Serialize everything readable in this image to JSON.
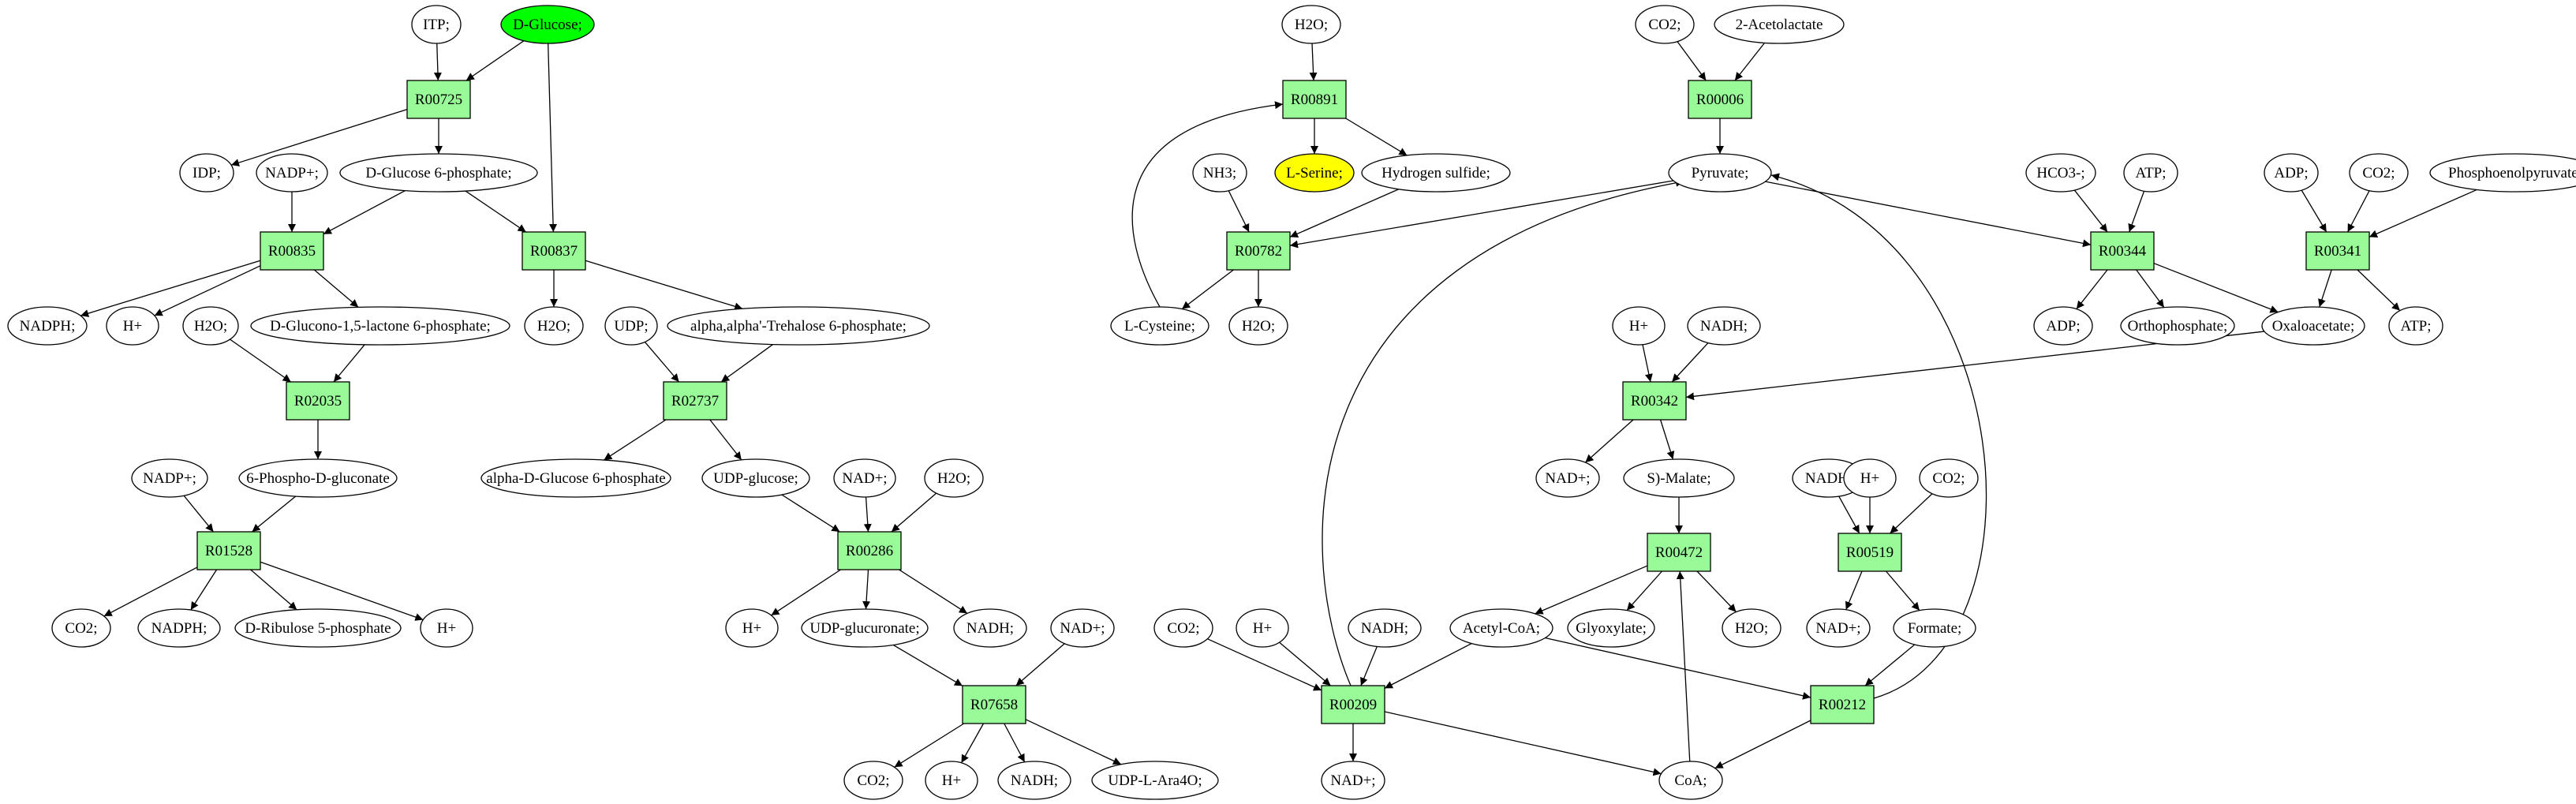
{
  "colors": {
    "reaction": "#98fb98",
    "reaction_alt": "#add8e6",
    "start": "#00ff00",
    "target": "#ffff00",
    "compound": "#ffffff"
  },
  "nodes": [
    {
      "id": "itp",
      "label": "ITP;"
    },
    {
      "id": "dglucose",
      "label": "D-Glucose;"
    },
    {
      "id": "r00725",
      "label": "R00725"
    },
    {
      "id": "idp",
      "label": "IDP;"
    },
    {
      "id": "nadp1",
      "label": "NADP+;"
    },
    {
      "id": "g6p",
      "label": "D-Glucose 6-phosphate;"
    },
    {
      "id": "r00835",
      "label": "R00835"
    },
    {
      "id": "r00837",
      "label": "R00837"
    },
    {
      "id": "nadph1",
      "label": "NADPH;"
    },
    {
      "id": "hplus1",
      "label": "H+"
    },
    {
      "id": "h2o1",
      "label": "H2O;"
    },
    {
      "id": "glucono",
      "label": "D-Glucono-1,5-lactone 6-phosphate;"
    },
    {
      "id": "h2o2",
      "label": "H2O;"
    },
    {
      "id": "udp",
      "label": "UDP;"
    },
    {
      "id": "trehalose",
      "label": "alpha,alpha'-Trehalose 6-phosphate;"
    },
    {
      "id": "r02035",
      "label": "R02035"
    },
    {
      "id": "r02737",
      "label": "R02737"
    },
    {
      "id": "nadp2",
      "label": "NADP+;"
    },
    {
      "id": "pgluconate",
      "label": "6-Phospho-D-gluconate"
    },
    {
      "id": "adg6p",
      "label": "alpha-D-Glucose 6-phosphate"
    },
    {
      "id": "udpglucose",
      "label": "UDP-glucose;"
    },
    {
      "id": "nad1",
      "label": "NAD+;"
    },
    {
      "id": "h2o3",
      "label": "H2O;"
    },
    {
      "id": "r01528",
      "label": "R01528"
    },
    {
      "id": "r00286",
      "label": "R00286"
    },
    {
      "id": "co2a",
      "label": "CO2;"
    },
    {
      "id": "nadph2",
      "label": "NADPH;"
    },
    {
      "id": "ribulose",
      "label": "D-Ribulose 5-phosphate"
    },
    {
      "id": "hplus2",
      "label": "H+"
    },
    {
      "id": "hplus3",
      "label": "H+"
    },
    {
      "id": "udpglucuronate",
      "label": "UDP-glucuronate;"
    },
    {
      "id": "nadh1",
      "label": "NADH;"
    },
    {
      "id": "nad2",
      "label": "NAD+;"
    },
    {
      "id": "r07658",
      "label": "R07658"
    },
    {
      "id": "co2b",
      "label": "CO2;"
    },
    {
      "id": "hplus4",
      "label": "H+"
    },
    {
      "id": "nadh2",
      "label": "NADH;"
    },
    {
      "id": "udpara",
      "label": "UDP-L-Ara4O;"
    },
    {
      "id": "h2o4",
      "label": "H2O;"
    },
    {
      "id": "r00891",
      "label": "R00891"
    },
    {
      "id": "nh3",
      "label": "NH3;"
    },
    {
      "id": "lserine",
      "label": "L-Serine;"
    },
    {
      "id": "h2s",
      "label": "Hydrogen sulfide;"
    },
    {
      "id": "r00782",
      "label": "R00782"
    },
    {
      "id": "lcysteine",
      "label": "L-Cysteine;"
    },
    {
      "id": "h2o5",
      "label": "H2O;"
    },
    {
      "id": "co2c",
      "label": "CO2;"
    },
    {
      "id": "acetolactate",
      "label": "2-Acetolactate"
    },
    {
      "id": "r00006",
      "label": "R00006"
    },
    {
      "id": "pyruvate",
      "label": "Pyruvate;"
    },
    {
      "id": "hco3",
      "label": "HCO3-;"
    },
    {
      "id": "atp1",
      "label": "ATP;"
    },
    {
      "id": "r00344",
      "label": "R00344"
    },
    {
      "id": "adp1",
      "label": "ADP;"
    },
    {
      "id": "ortho",
      "label": "Orthophosphate;"
    },
    {
      "id": "adp2",
      "label": "ADP;"
    },
    {
      "id": "co2d",
      "label": "CO2;"
    },
    {
      "id": "pep",
      "label": "Phosphoenolpyruvate;"
    },
    {
      "id": "r00341",
      "label": "R00341"
    },
    {
      "id": "oxaloacetate",
      "label": "Oxaloacetate;"
    },
    {
      "id": "atp2",
      "label": "ATP;"
    },
    {
      "id": "hplus5",
      "label": "H+"
    },
    {
      "id": "nadh3",
      "label": "NADH;"
    },
    {
      "id": "r00342",
      "label": "R00342"
    },
    {
      "id": "nad3",
      "label": "NAD+;"
    },
    {
      "id": "smalate",
      "label": "S)-Malate;"
    },
    {
      "id": "nadh4",
      "label": "NADH;"
    },
    {
      "id": "hplus6",
      "label": "H+"
    },
    {
      "id": "co2e",
      "label": "CO2;"
    },
    {
      "id": "r00472",
      "label": "R00472"
    },
    {
      "id": "r00519",
      "label": "R00519"
    },
    {
      "id": "acetylcoa",
      "label": "Acetyl-CoA;"
    },
    {
      "id": "glyoxylate",
      "label": "Glyoxylate;"
    },
    {
      "id": "h2o6",
      "label": "H2O;"
    },
    {
      "id": "nad4",
      "label": "NAD+;"
    },
    {
      "id": "formate",
      "label": "Formate;"
    },
    {
      "id": "co2f",
      "label": "CO2;"
    },
    {
      "id": "hplus7",
      "label": "H+"
    },
    {
      "id": "nadh5",
      "label": "NADH;"
    },
    {
      "id": "r00209",
      "label": "R00209"
    },
    {
      "id": "r00212",
      "label": "R00212"
    },
    {
      "id": "nad5",
      "label": "NAD+;"
    },
    {
      "id": "coa",
      "label": "CoA;"
    }
  ]
}
